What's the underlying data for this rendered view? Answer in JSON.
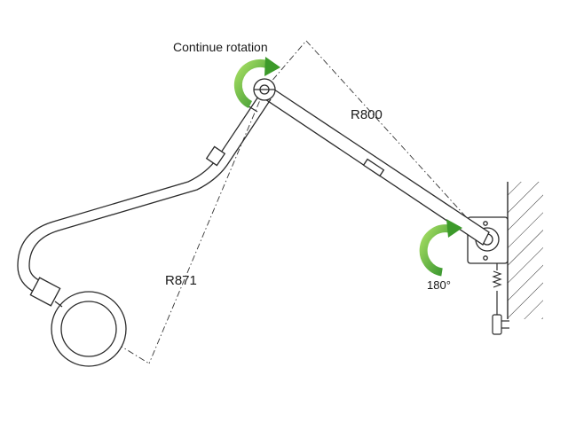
{
  "diagram": {
    "labels": {
      "continue_rotation": "Continue rotation",
      "radius_arm": "R800",
      "radius_total": "R871",
      "wall_rotation": "180°"
    },
    "colors": {
      "line": "#2b2b2b",
      "arrow_light": "#8fd14f",
      "arrow_dark": "#3c9a2a",
      "background": "#ffffff"
    }
  }
}
